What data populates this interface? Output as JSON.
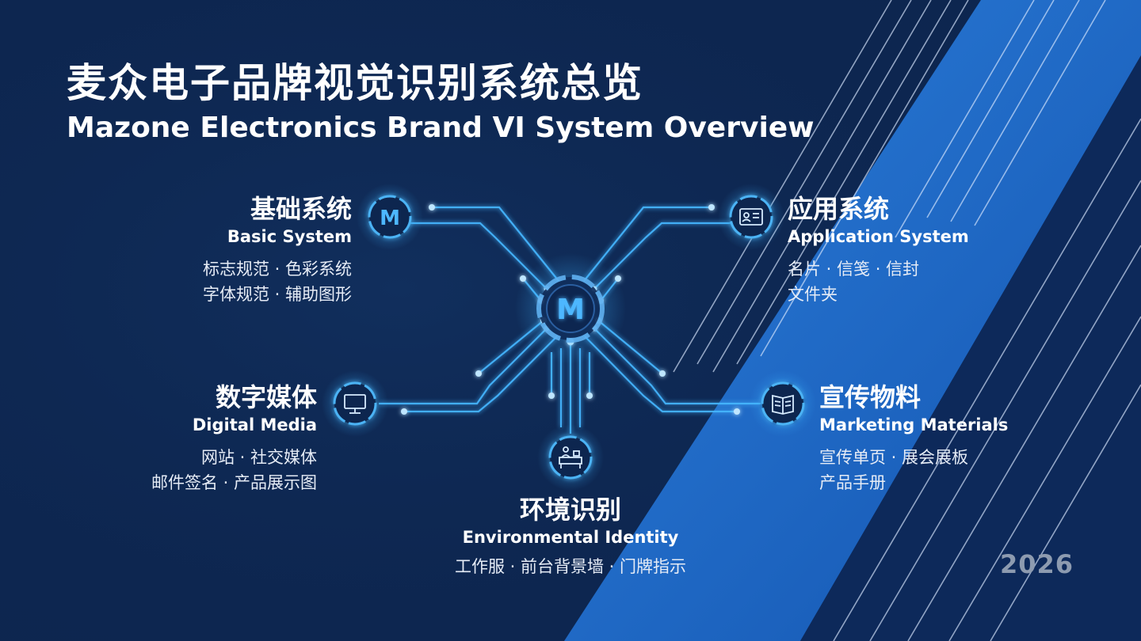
{
  "header": {
    "title_zh": "麦众电子品牌视觉识别系统总览",
    "title_en": "Mazone Electronics Brand VI System Overview"
  },
  "hub": {
    "logo_letter": "M",
    "icon": "brand-m-logo"
  },
  "modules": {
    "basic": {
      "zh": "基础系统",
      "en": "Basic System",
      "items": [
        "标志规范 · 色彩系统",
        "字体规范 · 辅助图形"
      ],
      "icon": "brand-m-logo-icon"
    },
    "application": {
      "zh": "应用系统",
      "en": "Application System",
      "items": [
        "名片 · 信笺 · 信封",
        "文件夹"
      ],
      "icon": "id-card-icon"
    },
    "digital": {
      "zh": "数字媒体",
      "en": "Digital Media",
      "items": [
        "网站 · 社交媒体",
        "邮件签名 · 产品展示图"
      ],
      "icon": "monitor-icon"
    },
    "marketing": {
      "zh": "宣传物料",
      "en": "Marketing Materials",
      "items": [
        "宣传单页 · 展会展板",
        "产品手册"
      ],
      "icon": "brochure-icon"
    },
    "environment": {
      "zh": "环境识别",
      "en": "Environmental Identity",
      "items": [
        "工作服 · 前台背景墙 · 门牌指示"
      ],
      "icon": "reception-desk-icon"
    }
  },
  "footer": {
    "year": "2026"
  },
  "colors": {
    "background": "#0d2650",
    "accent_band": "#1e6fd0",
    "circuit_glow": "#3fb4ff",
    "text": "#ffffff",
    "year": "#8d9bb0"
  }
}
